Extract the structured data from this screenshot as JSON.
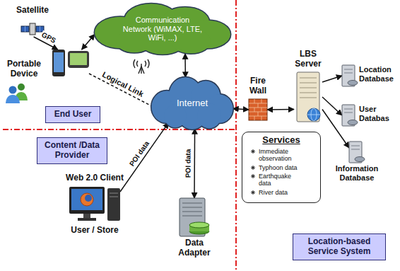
{
  "diagram": {
    "nodes": [
      {
        "text": [
          "Satellite"
        ]
      },
      {
        "text": [
          "Portable Device"
        ]
      },
      {
        "text": [
          "Communication Network (WiMAX, LTE, WiFi, ...)"
        ]
      },
      {
        "text": [
          "End User"
        ]
      },
      {
        "text": [
          "Internet"
        ]
      },
      {
        "text": [
          "Content /Data Provider"
        ]
      },
      {
        "text": [
          "Web 2.0 Client",
          "User / Store"
        ]
      },
      {
        "text": [
          "Data Adapter"
        ]
      },
      {
        "text": [
          "Fire Wall"
        ]
      },
      {
        "text": [
          "LBS Server"
        ]
      },
      {
        "text": [
          "Location Database"
        ]
      },
      {
        "text": [
          "User Databas"
        ]
      },
      {
        "text": [
          "Information Database"
        ]
      },
      {
        "text": [
          "Services",
          "Immediate observation",
          "Typhoon data",
          "Earthquake data",
          "River data"
        ]
      },
      {
        "text": [
          "Location-based Service System"
        ]
      }
    ],
    "edges": [
      {
        "from": 0,
        "to": 1,
        "arrow": "to",
        "label": "GPS"
      },
      {
        "from": 1,
        "to": 2,
        "arrow": "both"
      },
      {
        "from": 2,
        "to": 4,
        "arrow": "both"
      },
      {
        "from": 1,
        "to": 4,
        "arrow": "none",
        "label": "Logical Link"
      },
      {
        "from": 6,
        "to": 4,
        "arrow": "to",
        "label": "POI data"
      },
      {
        "from": 7,
        "to": 4,
        "arrow": "both",
        "label": "POI data"
      },
      {
        "from": 4,
        "to": 8,
        "arrow": "both"
      },
      {
        "from": 8,
        "to": 9,
        "arrow": "both"
      },
      {
        "from": 9,
        "to": 10,
        "arrow": "to"
      },
      {
        "from": 9,
        "to": 11,
        "arrow": "to"
      },
      {
        "from": 9,
        "to": 12,
        "arrow": "to"
      }
    ]
  }
}
